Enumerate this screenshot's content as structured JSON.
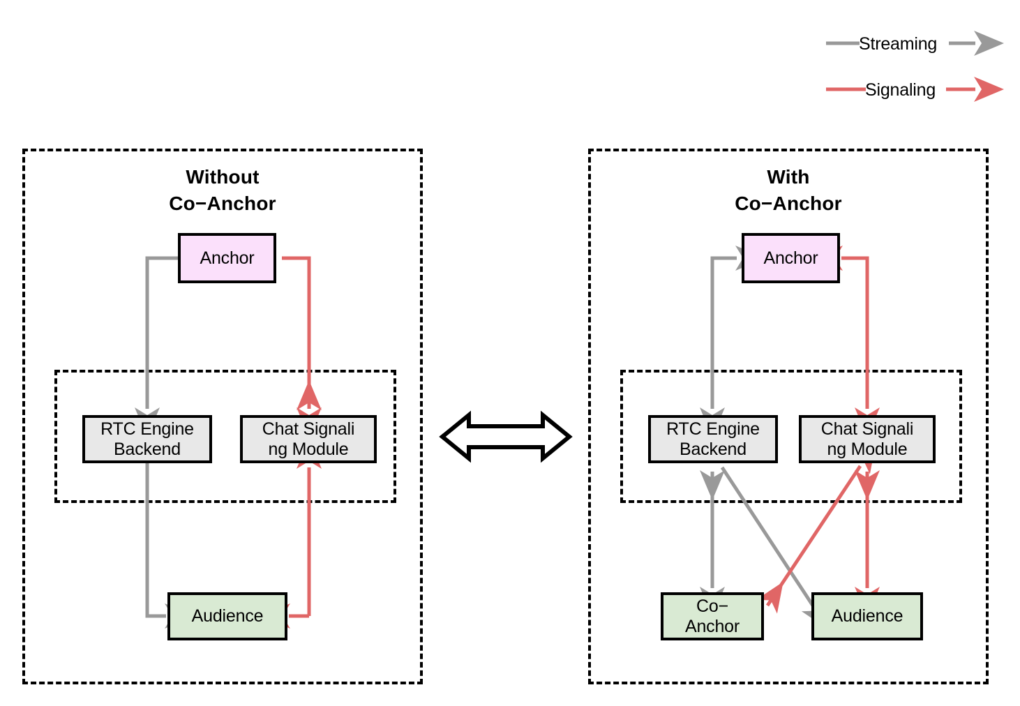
{
  "legend": {
    "items": [
      {
        "label": "Streaming",
        "color": "#999999",
        "name": "streaming"
      },
      {
        "label": "Signaling",
        "color": "#e06666",
        "name": "signaling"
      }
    ]
  },
  "panels": [
    {
      "id": "without",
      "title_line1": "Without",
      "title_line2": "Co−Anchor",
      "nodes": {
        "anchor": "Anchor",
        "rtc": "RTC Engine\nBackend",
        "chat": "Chat Signali\nng Module",
        "audience": "Audience"
      }
    },
    {
      "id": "with",
      "title_line1": "With",
      "title_line2": "Co−Anchor",
      "nodes": {
        "anchor": "Anchor",
        "rtc": "RTC Engine\nBackend",
        "chat": "Chat Signali\nng Module",
        "coanchor": "Co−\nAnchor",
        "audience": "Audience"
      }
    }
  ],
  "center": {
    "icon": "double-arrow-horizontal"
  },
  "colors": {
    "streaming": "#999999",
    "signaling": "#e06666",
    "anchor_fill": "#fbe0fb",
    "module_fill": "#e8e8e8",
    "participant_fill": "#d9ead3",
    "stroke": "#000000"
  },
  "text": {
    "rtc_l1": "RTC Engine",
    "rtc_l2": "Backend",
    "chat_l1": "Chat Signali",
    "chat_l2": "ng Module",
    "co_l1": "Co−",
    "co_l2": "Anchor"
  }
}
